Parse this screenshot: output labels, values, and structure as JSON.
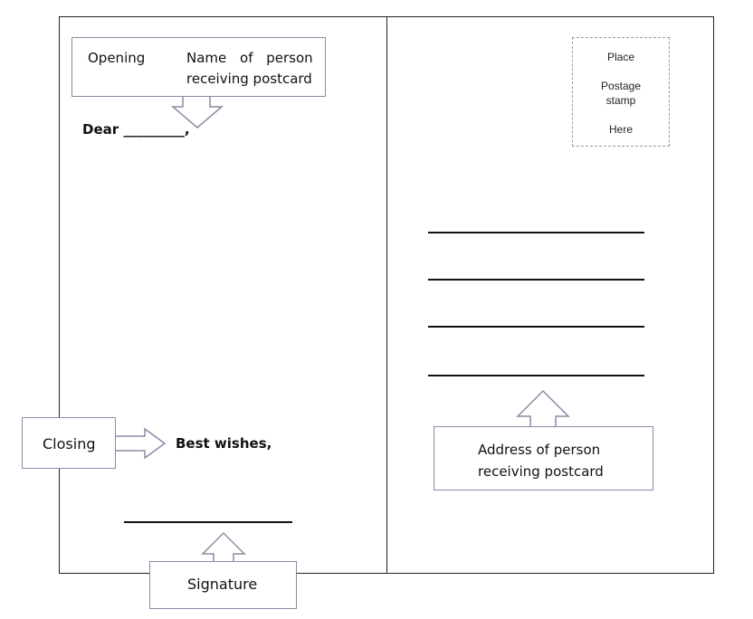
{
  "left_panel": {
    "opening_callout": {
      "opening_label": "Opening",
      "name_line1": "Name of person",
      "name_line2": "receiving postcard"
    },
    "greeting": "Dear _________,",
    "closing_callout_label": "Closing",
    "closing_text": "Best wishes,",
    "signature_label": "Signature"
  },
  "right_panel": {
    "stamp": {
      "line1": "Place",
      "line2": "Postage",
      "line3": "stamp",
      "line4": "Here"
    },
    "address_callout": {
      "line1": "Address of person",
      "line2": "receiving postcard"
    }
  },
  "colors": {
    "callout_border": "#8d8aa3",
    "frame": "#222222"
  }
}
